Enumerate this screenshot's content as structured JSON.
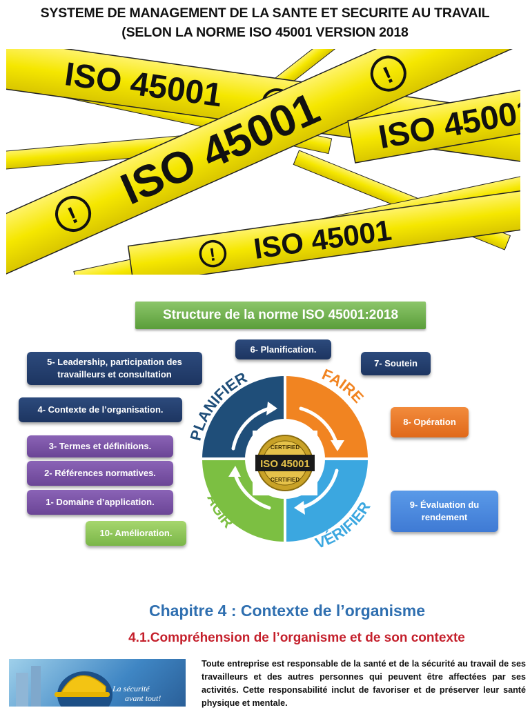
{
  "header": {
    "line1": "SYSTEME DE MANAGEMENT DE LA SANTE ET SECURITE AU TRAVAIL",
    "line2": "(SELON LA NORME ISO 45001 VERSION 2018"
  },
  "banner": {
    "tape_text": "ISO 45001",
    "tape_color": "#f5e700",
    "warning_glyph": "!"
  },
  "structure": {
    "title": "Structure de la norme ISO 45001:2018",
    "items": {
      "c1": "1- Domaine d’application.",
      "c2": "2- Références normatives.",
      "c3": "3- Termes et définitions.",
      "c4": "4- Contexte de l’organisation.",
      "c5": "5- Leadership, participation des travailleurs et consultation",
      "c6": "6- Planification.",
      "c7": "7- Soutein",
      "c8": "8- Opération",
      "c9": "9- Évaluation du rendement",
      "c10": "10- Amélioration."
    },
    "cycle": {
      "plan": "PLANIFIER",
      "do": "FAIRE",
      "check": "VÉRIFIER",
      "act": "AGIR",
      "seal_top": "CERTIFIED",
      "seal_main": "ISO 45001",
      "seal_bottom": "CERTIFIED",
      "colors": {
        "plan": "#1f4e79",
        "do": "#f18421",
        "check": "#3ba7e0",
        "act": "#7cbf42"
      }
    }
  },
  "chapter": {
    "title": "Chapitre 4 : Contexte de l’organisme",
    "subtitle": "4.1.Compréhension de l’organisme et de son contexte",
    "photo_caption_1": "La sécurité",
    "photo_caption_2": "avant tout!",
    "paragraph": "Toute entreprise est responsable de la santé et de la sécurité au travail de ses travailleurs et des autres personnes qui peuvent être affectées par ses activités. Cette responsabilité inclut de favoriser et de préserver leur santé physique et mentale."
  }
}
